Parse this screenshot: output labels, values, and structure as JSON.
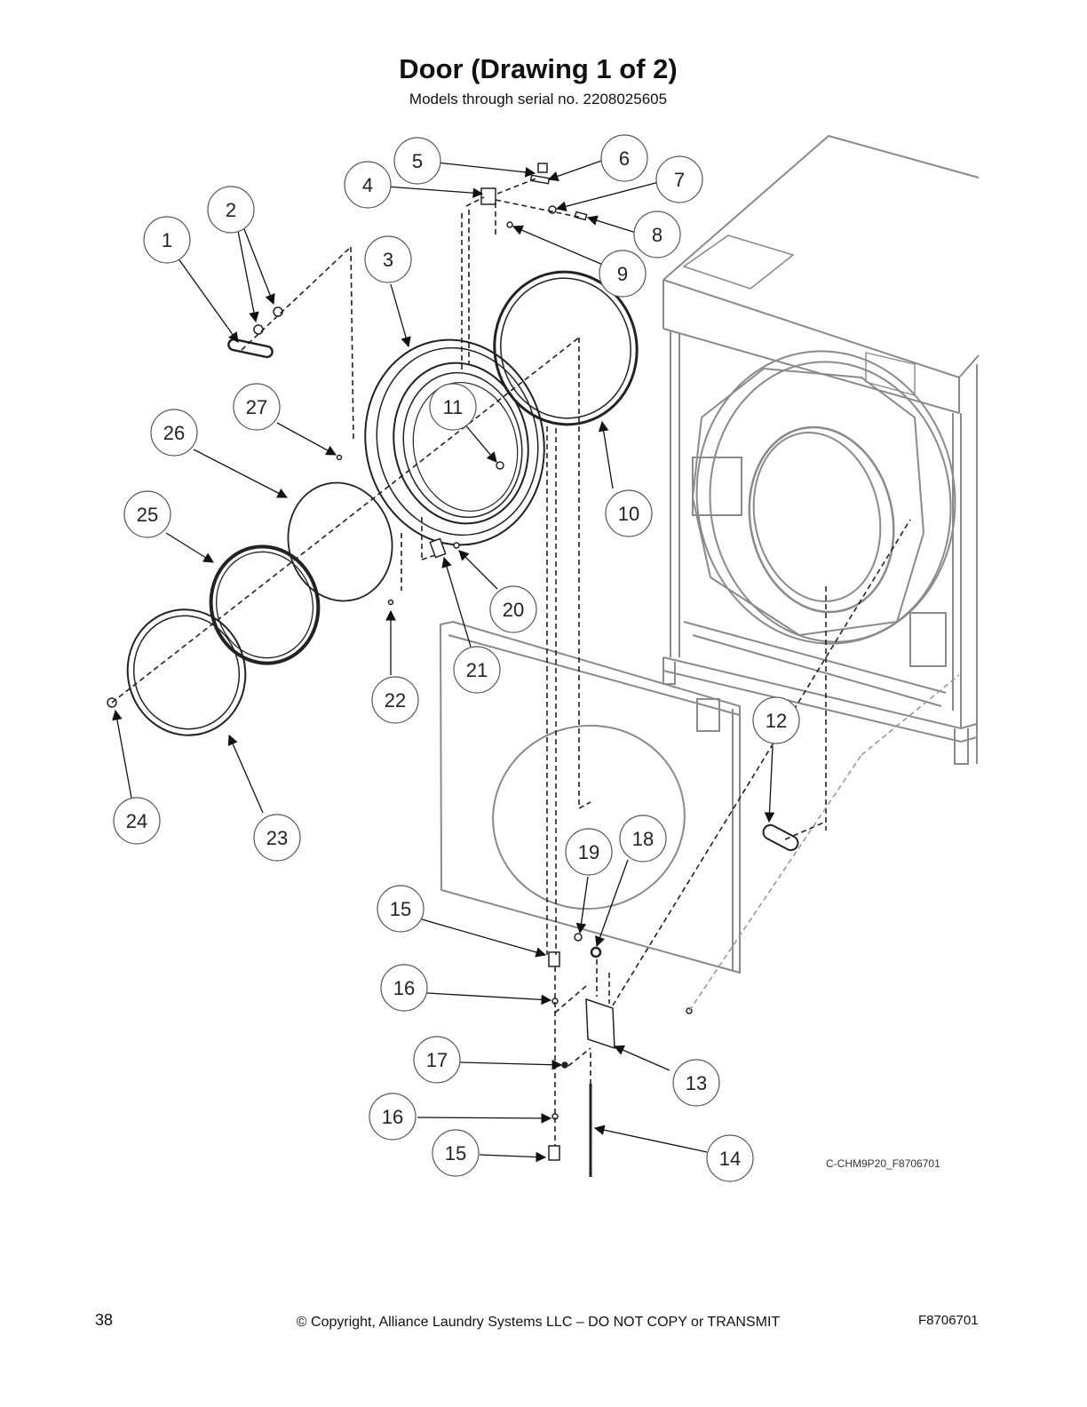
{
  "header": {
    "title": "Door (Drawing 1 of 2)",
    "subtitle": "Models through serial no. 2208025605"
  },
  "drawing_code": "C-CHM9P20_F8706701",
  "footer": {
    "page_number": "38",
    "copyright": "© Copyright, Alliance Laundry Systems LLC – DO NOT COPY or TRANSMIT",
    "doc_number": "F8706701"
  },
  "callouts": [
    "1",
    "2",
    "3",
    "4",
    "5",
    "6",
    "7",
    "8",
    "9",
    "10",
    "11",
    "12",
    "13",
    "14",
    "15",
    "16",
    "17",
    "16",
    "15",
    "18",
    "19",
    "20",
    "21",
    "22",
    "23",
    "24",
    "25",
    "26",
    "27"
  ]
}
